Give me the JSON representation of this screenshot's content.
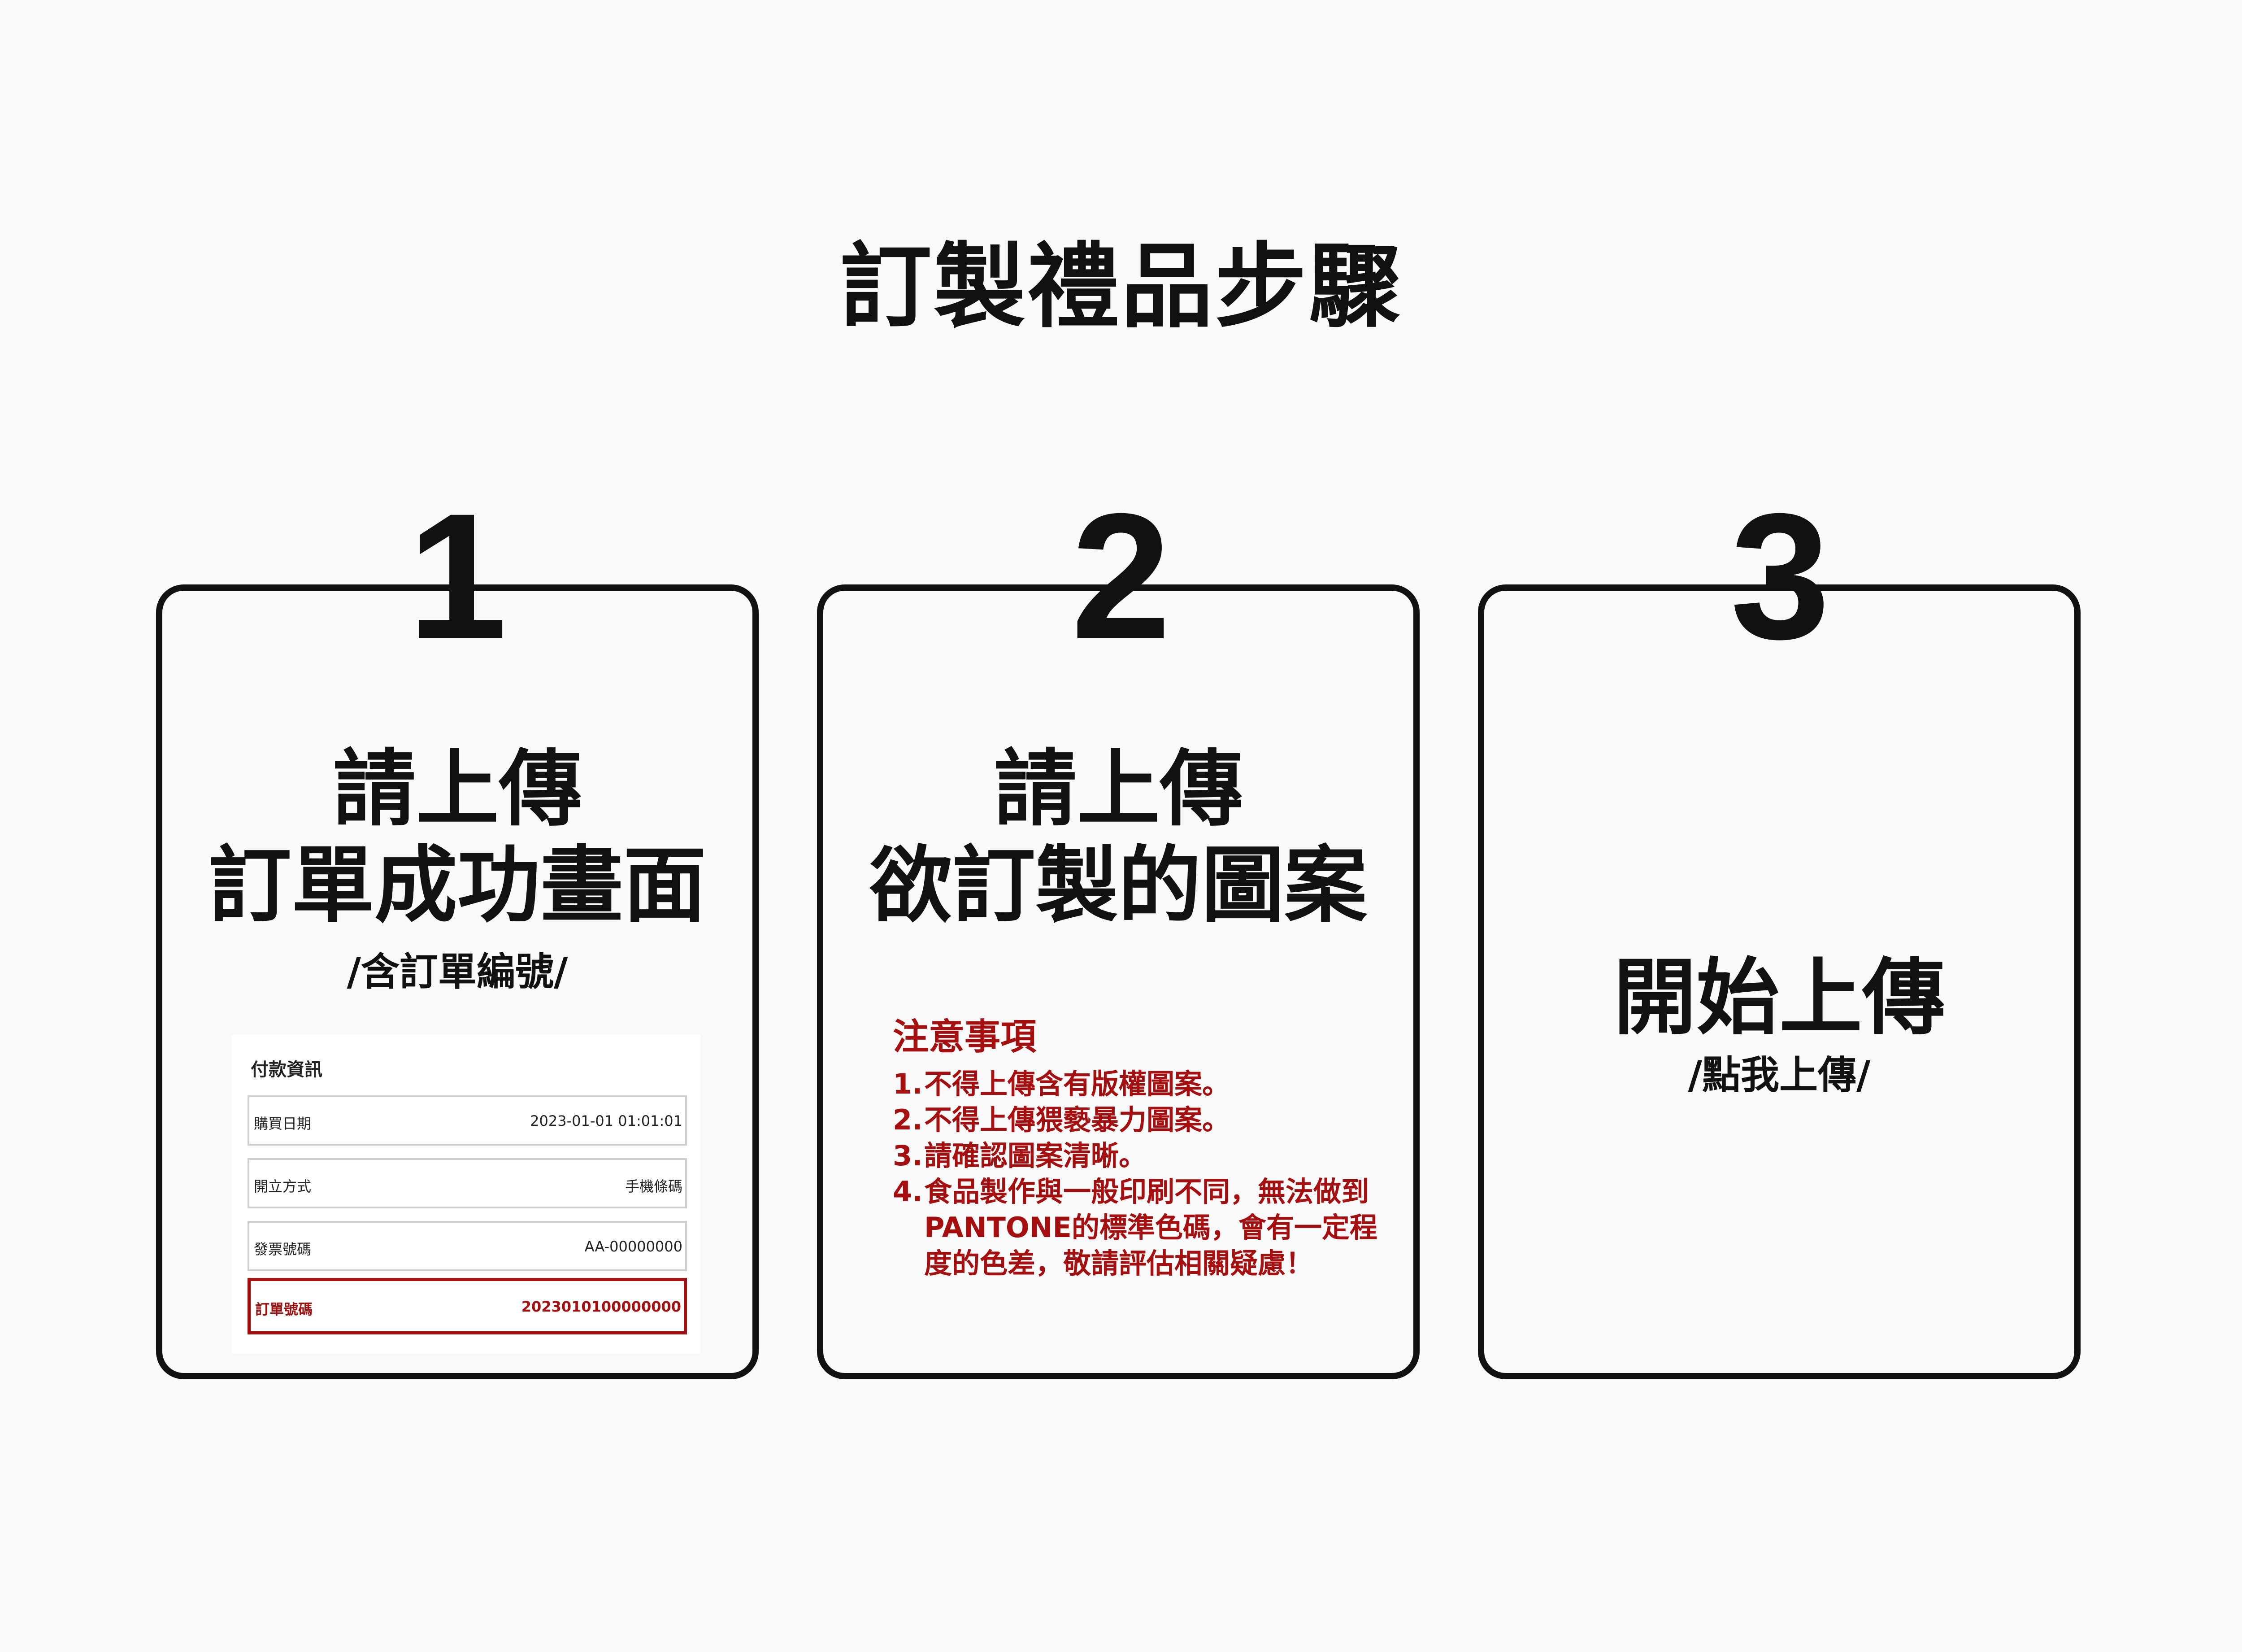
{
  "title": "訂製禮品步驟",
  "steps": [
    {
      "number": "1",
      "heading_line1": "請上傳",
      "heading_line2": "訂單成功畫面",
      "subheading": "/含訂單編號/",
      "receipt": {
        "header": "付款資訊",
        "rows": [
          {
            "label": "購買日期",
            "value": "2023-01-01 01:01:01"
          },
          {
            "label": "開立方式",
            "value": "手機條碼"
          },
          {
            "label": "發票號碼",
            "value": "AA-00000000"
          },
          {
            "label": "訂單號碼",
            "value": "2023010100000000"
          }
        ]
      }
    },
    {
      "number": "2",
      "heading_line1": "請上傳",
      "heading_line2": "欲訂製的圖案",
      "notes_title": "注意事項",
      "notes": [
        {
          "n": "1.",
          "text": "不得上傳含有版權圖案。"
        },
        {
          "n": "2.",
          "text": "不得上傳猥褻暴力圖案。"
        },
        {
          "n": "3.",
          "text": "請確認圖案清晰。"
        },
        {
          "n": "4.",
          "text": "食品製作與一般印刷不同，無法做到PANTONE的標準色碼，會有一定程度的色差，敬請評估相關疑慮！"
        }
      ]
    },
    {
      "number": "3",
      "heading": "開始上傳",
      "subheading": "/點我上傳/"
    }
  ],
  "colors": {
    "background": "#f9f9f9",
    "text": "#111111",
    "accent_red": "#a50f0f",
    "border": "#111111"
  }
}
